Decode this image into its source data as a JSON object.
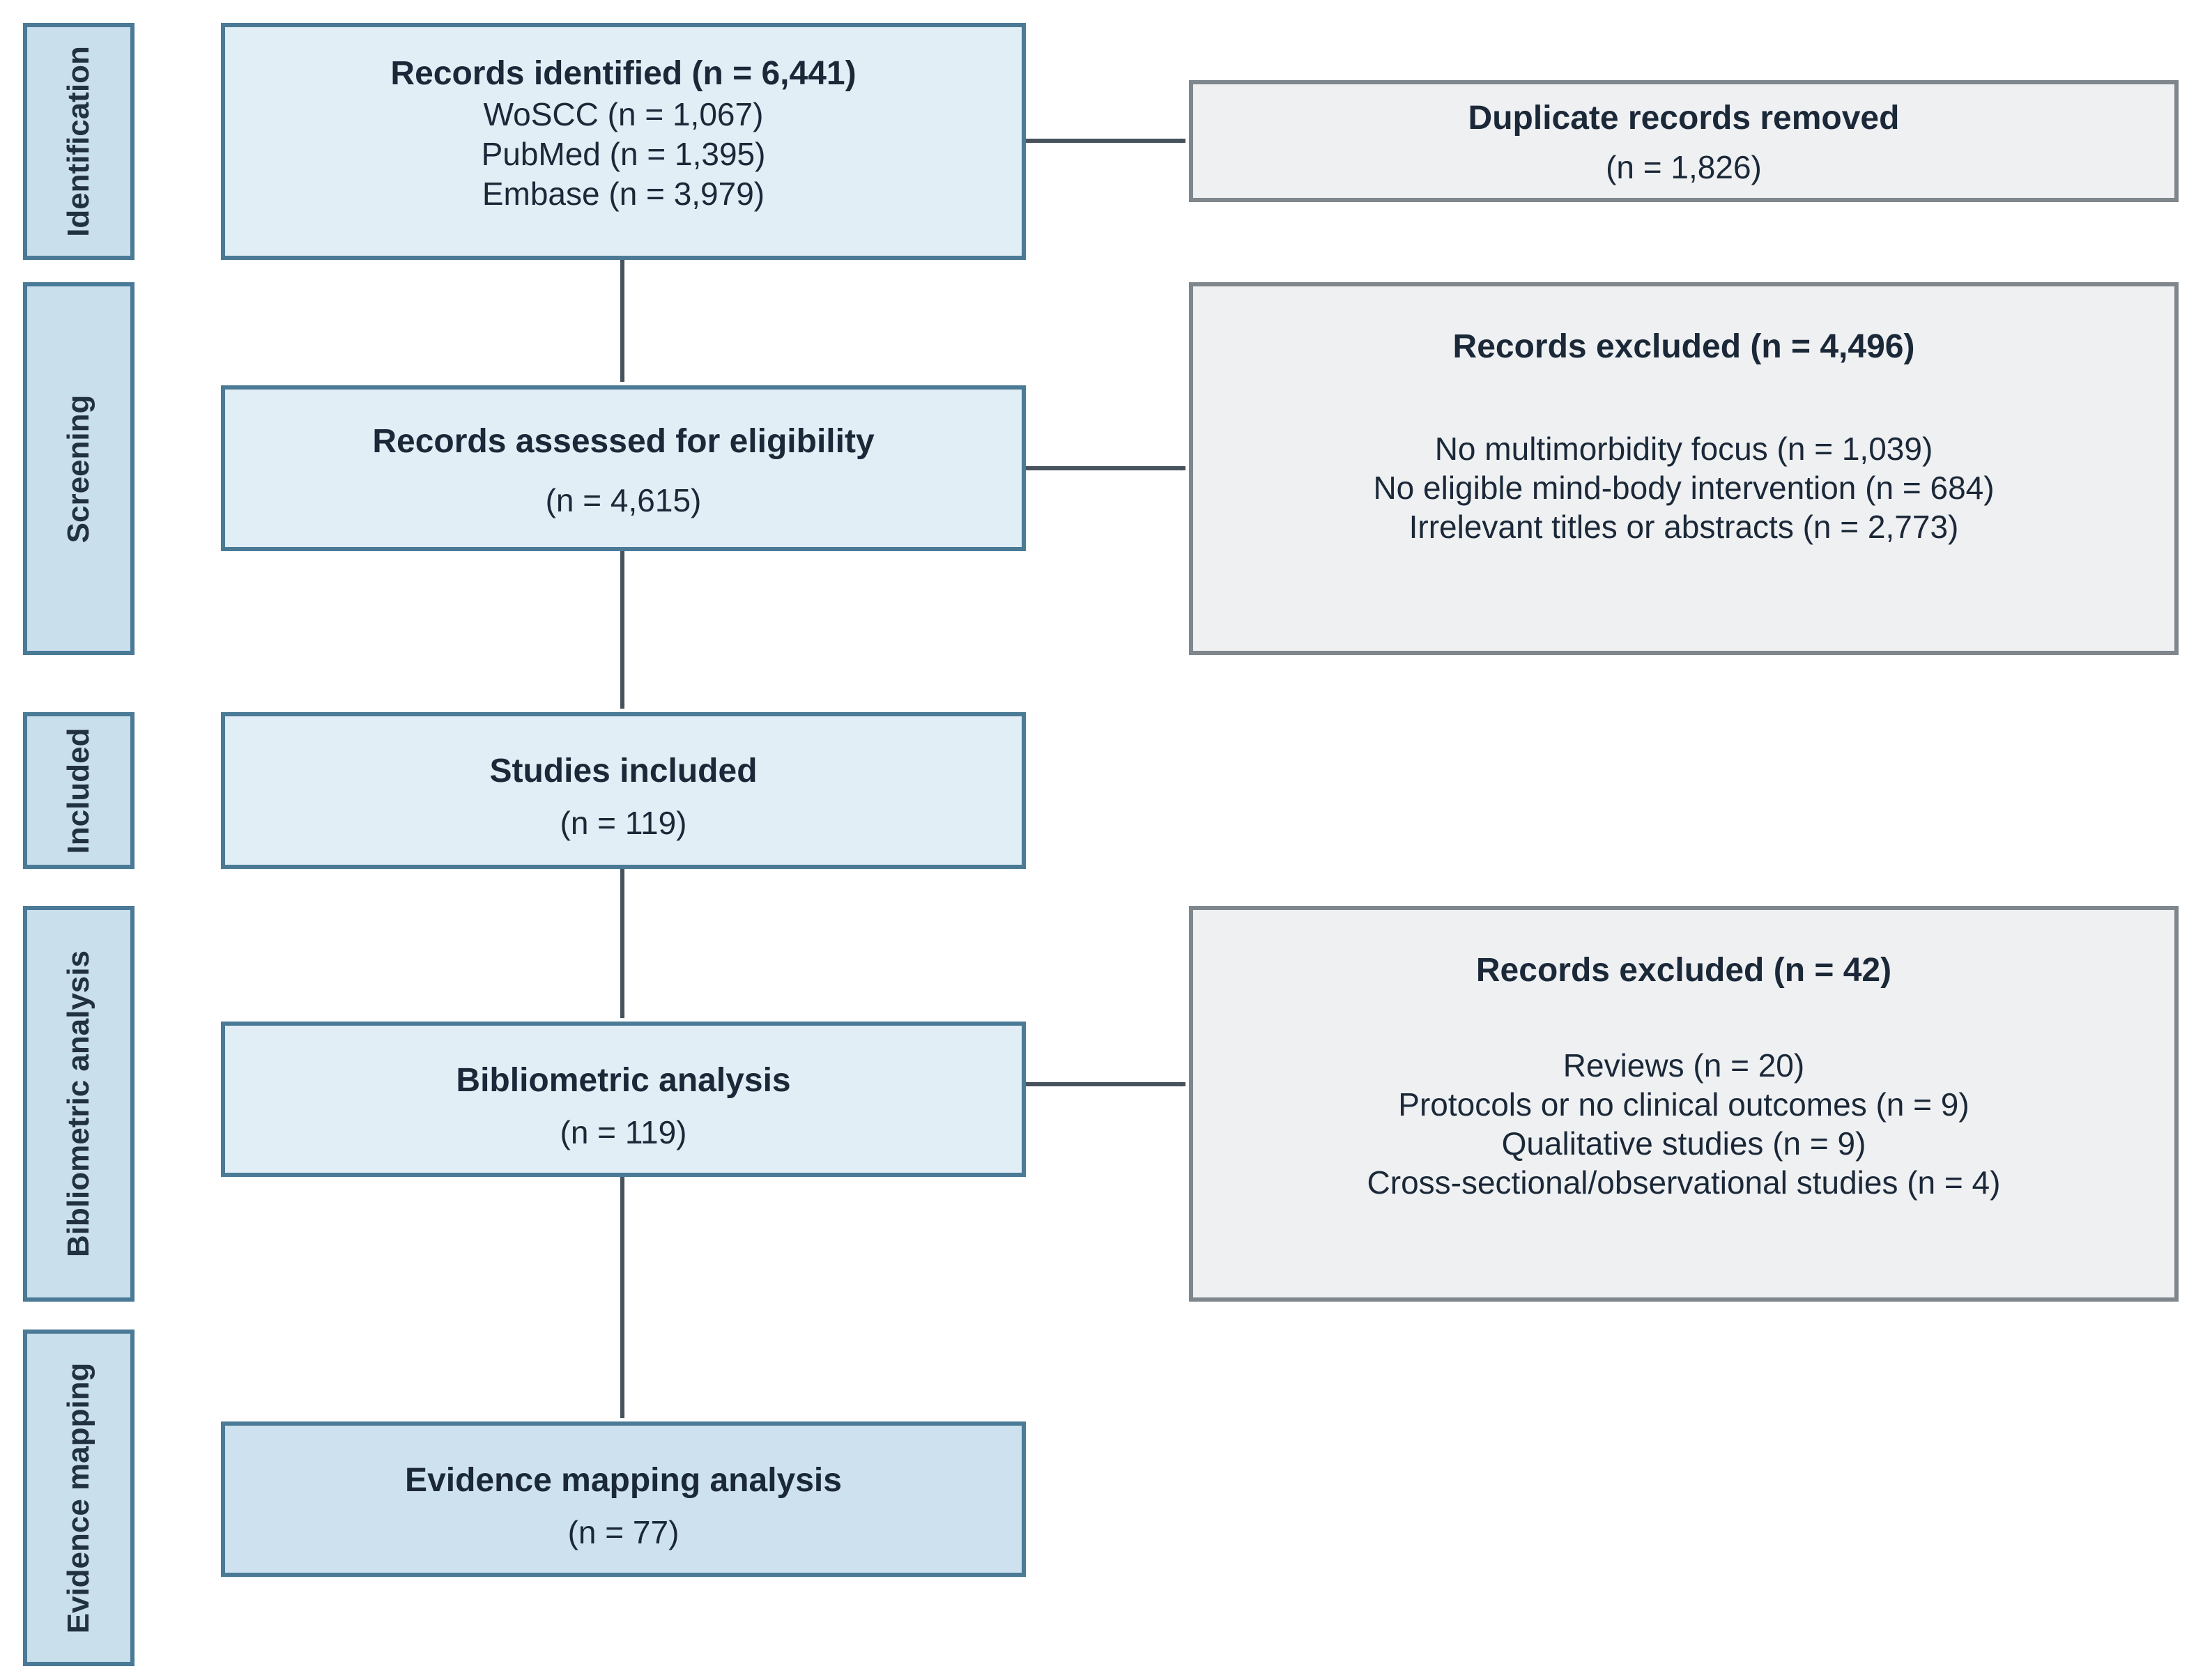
{
  "stages": {
    "identification": "Identification",
    "screening": "Screening",
    "included": "Included",
    "bibliometric": "Bibliometric analysis",
    "evidence": "Evidence mapping"
  },
  "identified": {
    "title": "Records identified (n = 6,441)",
    "lines": [
      "WoSCC (n = 1,067)",
      "PubMed (n = 1,395)",
      "Embase (n = 3,979)"
    ]
  },
  "duplicates": {
    "title": "Duplicate records removed",
    "count": "(n = 1,826)"
  },
  "assessed": {
    "title": "Records assessed for eligibility",
    "count": "(n = 4,615)"
  },
  "excluded_screening": {
    "title": "Records excluded (n = 4,496)",
    "lines": [
      "No multimorbidity focus (n = 1,039)",
      "No eligible mind-body intervention (n = 684)",
      "Irrelevant titles or abstracts (n = 2,773)"
    ]
  },
  "included": {
    "title": "Studies included",
    "count": "(n = 119)"
  },
  "bibliometric": {
    "title": "Bibliometric analysis",
    "count": "(n = 119)"
  },
  "excluded_biblio": {
    "title": "Records excluded (n = 42)",
    "lines": [
      "Reviews (n = 20)",
      "Protocols or no clinical outcomes (n = 9)",
      "Qualitative studies (n = 9)",
      "Cross-sectional/observational studies (n = 4)"
    ]
  },
  "evidence": {
    "title": "Evidence mapping analysis",
    "count": "(n = 77)"
  },
  "colors": {
    "box_border": "#4a7a96",
    "box_fill": "#e1eef6",
    "excluded_border": "#7f878d",
    "excluded_fill": "#eef0f2",
    "arrow": "#46525c"
  }
}
